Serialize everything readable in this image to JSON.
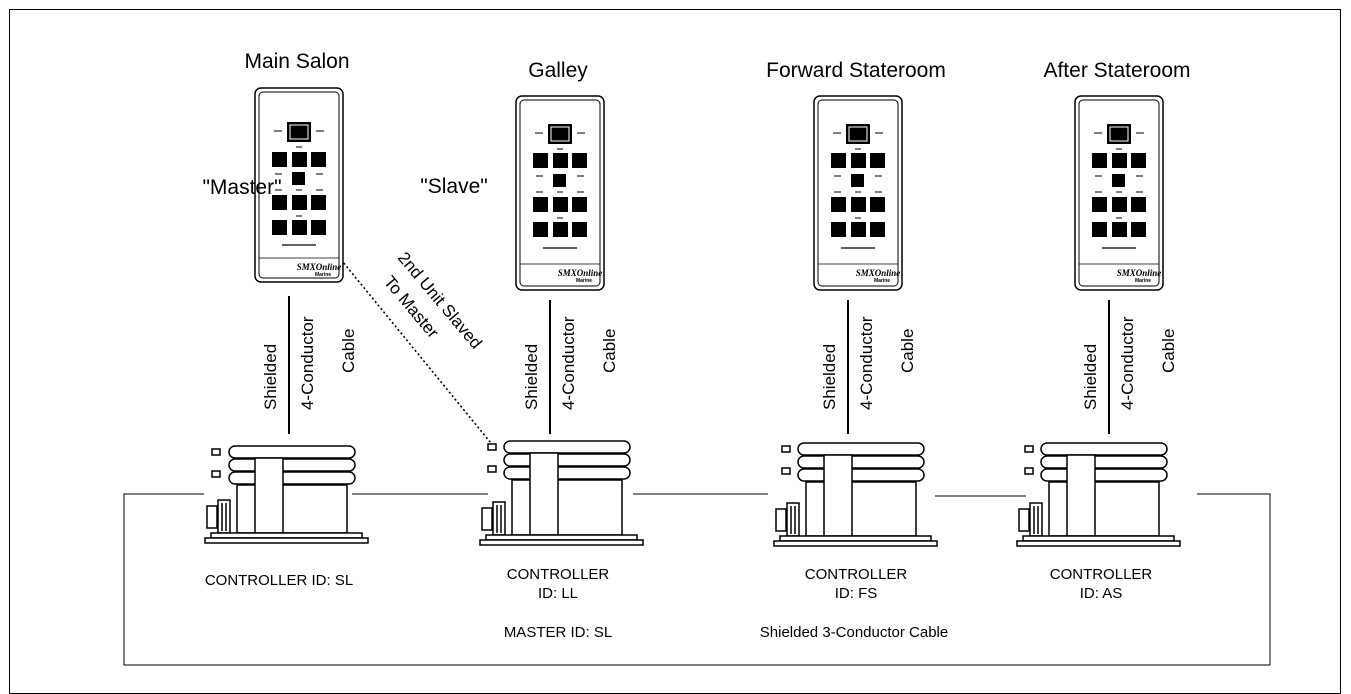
{
  "rooms": [
    {
      "name": "Main Salon",
      "role": "\"Master\"",
      "cable_lines": [
        "Shielded",
        "4-Conductor",
        "Cable"
      ],
      "controller_lines": [
        "CONTROLLER ID: SL"
      ]
    },
    {
      "name": "Galley",
      "role": "\"Slave\"",
      "cable_lines": [
        "Shielded",
        "4-Conductor",
        "Cable"
      ],
      "controller_lines": [
        "CONTROLLER",
        "ID: LL",
        "MASTER ID: SL"
      ]
    },
    {
      "name": "Forward Stateroom",
      "role": "",
      "cable_lines": [
        "Shielded",
        "4-Conductor",
        "Cable"
      ],
      "controller_lines": [
        "CONTROLLER",
        "ID: FS"
      ]
    },
    {
      "name": "After Stateroom",
      "role": "",
      "cable_lines": [
        "Shielded",
        "4-Conductor",
        "Cable"
      ],
      "controller_lines": [
        "CONTROLLER",
        "ID: AS"
      ]
    }
  ],
  "slave_link_label": [
    "2nd Unit Slaved",
    "To Master"
  ],
  "loop_cable_label": "Shielded 3-Conductor Cable",
  "panel_brand": "SMXOnline",
  "panel_brand_sub": "Marine"
}
